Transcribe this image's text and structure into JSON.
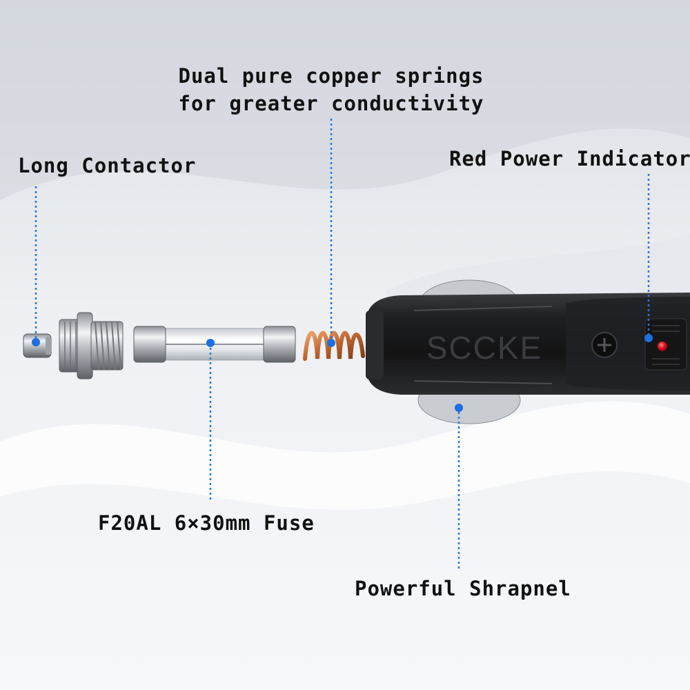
{
  "callouts": {
    "springs": {
      "line1": "Dual pure copper springs",
      "line2": "for greater conductivity"
    },
    "contactor": "Long Contactor",
    "indicator": "Red Power Indicator",
    "fuse": "F20AL 6×30mm Fuse",
    "shrapnel": "Powerful Shrapnel"
  },
  "product": {
    "brand_mark": "SCCKE"
  },
  "colors": {
    "callout_line": "#2f76d6",
    "callout_dot": "#1e6fe0",
    "plug_body": "#1b1b1d",
    "spring": "#c0703a",
    "indicator_led": "#e01020",
    "label_text": "#111111"
  }
}
